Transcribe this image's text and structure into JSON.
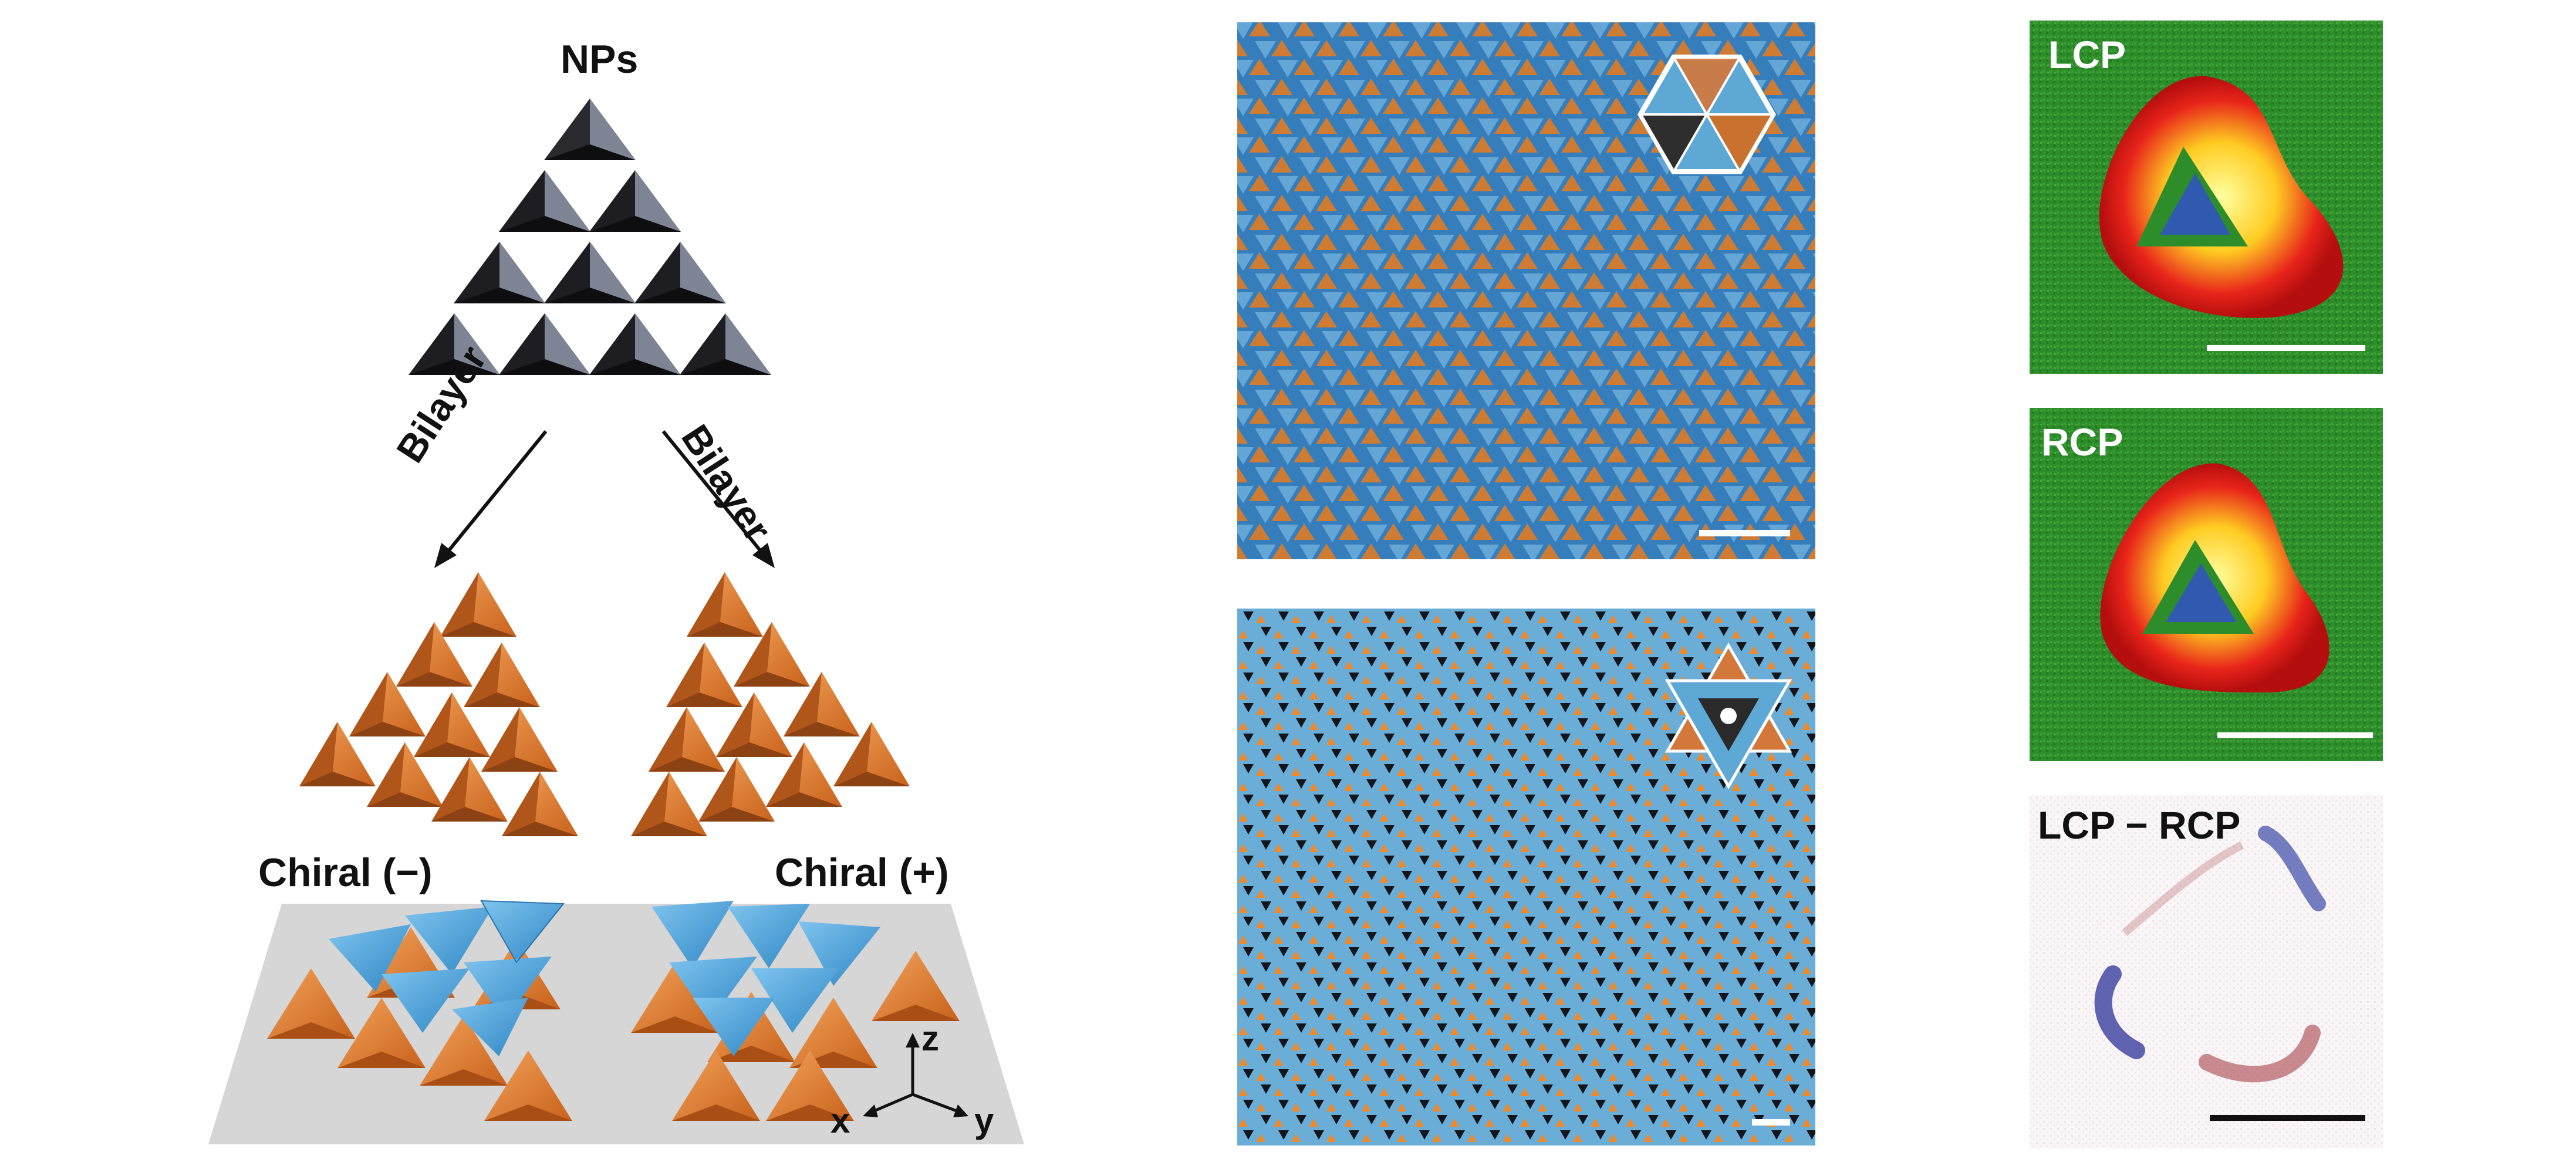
{
  "labels": {
    "nps": "NPs",
    "bilayer_left": "Bilayer",
    "bilayer_right": "Bilayer",
    "chiral_minus": "Chiral (−)",
    "chiral_plus": "Chiral (+)",
    "axis_z": "z",
    "axis_x": "x",
    "axis_y": "y"
  },
  "panels": {
    "lcp": "LCP",
    "rcp": "RCP",
    "diff": "LCP − RCP"
  },
  "colors": {
    "orange": "#e07a2e",
    "blue": "#55a6dc",
    "dark": "#1e1e22",
    "grey_face": "#7e8494",
    "substrate": "#d6d6d6",
    "map_green": "#2e8e2a"
  }
}
